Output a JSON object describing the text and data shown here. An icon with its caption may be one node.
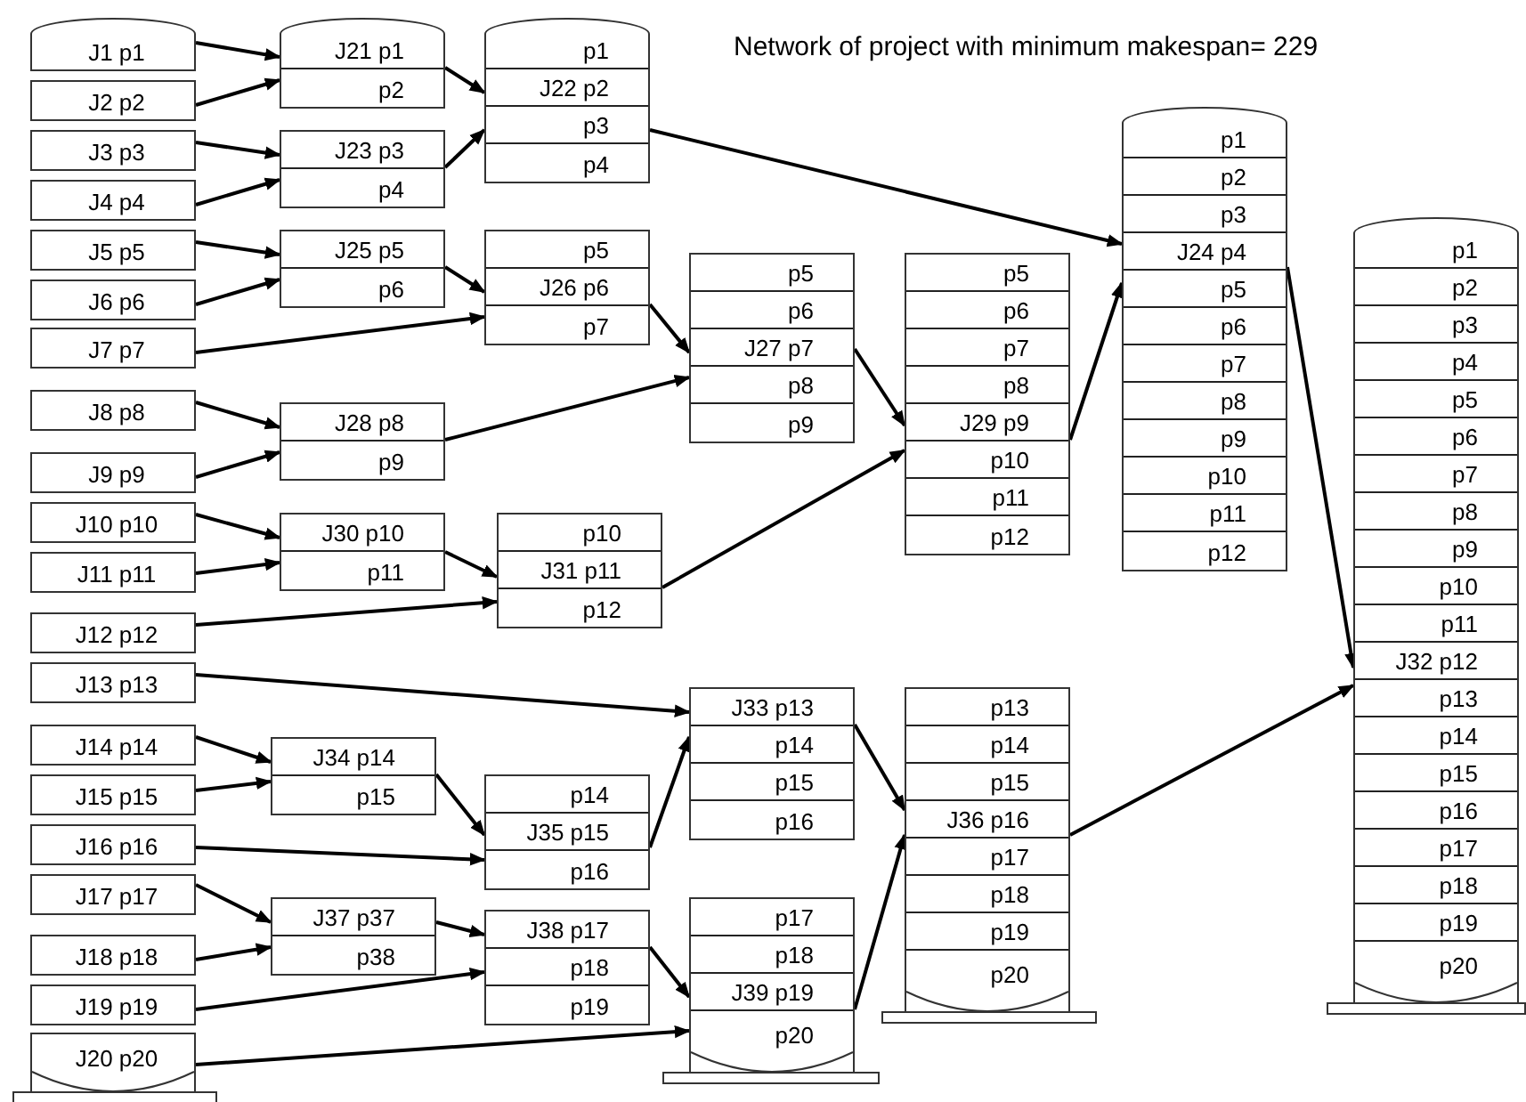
{
  "diagram": {
    "title": "Network of project with minimum makespan= 229",
    "nodes": [
      {
        "text": [
          "J1 p1"
        ]
      },
      {
        "text": [
          "J2 p2"
        ]
      },
      {
        "text": [
          "J3 p3"
        ]
      },
      {
        "text": [
          "J4 p4"
        ]
      },
      {
        "text": [
          "J5 p5"
        ]
      },
      {
        "text": [
          "J6 p6"
        ]
      },
      {
        "text": [
          "J7 p7"
        ]
      },
      {
        "text": [
          "J8 p8"
        ]
      },
      {
        "text": [
          "J9 p9"
        ]
      },
      {
        "text": [
          "J10 p10"
        ]
      },
      {
        "text": [
          "J11 p11"
        ]
      },
      {
        "text": [
          "J12 p12"
        ]
      },
      {
        "text": [
          "J13 p13"
        ]
      },
      {
        "text": [
          "J14 p14"
        ]
      },
      {
        "text": [
          "J15 p15"
        ]
      },
      {
        "text": [
          "J16 p16"
        ]
      },
      {
        "text": [
          "J17 p17"
        ]
      },
      {
        "text": [
          "J18 p18"
        ]
      },
      {
        "text": [
          "J19 p19"
        ]
      },
      {
        "text": [
          "J20 p20"
        ]
      },
      {
        "text": [
          "J21 p1",
          "p2"
        ]
      },
      {
        "text": [
          "p1",
          "J22 p2",
          "p3",
          "p4"
        ]
      },
      {
        "text": [
          "J23 p3",
          "p4"
        ]
      },
      {
        "text": [
          "p1",
          "p2",
          "p3",
          "J24 p4",
          "p5",
          "p6",
          "p7",
          "p8",
          "p9",
          "p10",
          "p11",
          "p12"
        ]
      },
      {
        "text": [
          "J25 p5",
          "p6"
        ]
      },
      {
        "text": [
          "p5",
          "J26 p6",
          "p7"
        ]
      },
      {
        "text": [
          "p5",
          "p6",
          "J27 p7",
          "p8",
          "p9"
        ]
      },
      {
        "text": [
          "J28 p8",
          "p9"
        ]
      },
      {
        "text": [
          "p5",
          "p6",
          "p7",
          "p8",
          "J29 p9",
          "p10",
          "p11",
          "p12"
        ]
      },
      {
        "text": [
          "J30 p10",
          "p11"
        ]
      },
      {
        "text": [
          "p10",
          "J31 p11",
          "p12"
        ]
      },
      {
        "text": [
          "p1",
          "p2",
          "p3",
          "p4",
          "p5",
          "p6",
          "p7",
          "p8",
          "p9",
          "p10",
          "p11",
          "J32 p12",
          "p13",
          "p14",
          "p15",
          "p16",
          "p17",
          "p18",
          "p19",
          "p20"
        ]
      },
      {
        "text": [
          "J33 p13",
          "p14",
          "p15",
          "p16"
        ]
      },
      {
        "text": [
          "J34 p14",
          "p15"
        ]
      },
      {
        "text": [
          "p14",
          "J35 p15",
          "p16"
        ]
      },
      {
        "text": [
          "p13",
          "p14",
          "p15",
          "J36 p16",
          "p17",
          "p18",
          "p19",
          "p20"
        ]
      },
      {
        "text": [
          "J37 p37",
          "p38"
        ]
      },
      {
        "text": [
          "J38 p17",
          "p18",
          "p19"
        ]
      },
      {
        "text": [
          "p17",
          "p18",
          "J39 p19",
          "p20"
        ]
      }
    ],
    "edges": [
      {
        "from": 0,
        "to": 20,
        "arrow": "to"
      },
      {
        "from": 1,
        "to": 20,
        "arrow": "to"
      },
      {
        "from": 2,
        "to": 22,
        "arrow": "to"
      },
      {
        "from": 3,
        "to": 22,
        "arrow": "to"
      },
      {
        "from": 20,
        "to": 21,
        "arrow": "to"
      },
      {
        "from": 22,
        "to": 21,
        "arrow": "to"
      },
      {
        "from": 21,
        "to": 23,
        "arrow": "to"
      },
      {
        "from": 4,
        "to": 24,
        "arrow": "to"
      },
      {
        "from": 5,
        "to": 24,
        "arrow": "to"
      },
      {
        "from": 24,
        "to": 25,
        "arrow": "to"
      },
      {
        "from": 6,
        "to": 25,
        "arrow": "to"
      },
      {
        "from": 25,
        "to": 26,
        "arrow": "to"
      },
      {
        "from": 7,
        "to": 27,
        "arrow": "to"
      },
      {
        "from": 8,
        "to": 27,
        "arrow": "to"
      },
      {
        "from": 27,
        "to": 26,
        "arrow": "to"
      },
      {
        "from": 26,
        "to": 28,
        "arrow": "to"
      },
      {
        "from": 28,
        "to": 23,
        "arrow": "to"
      },
      {
        "from": 9,
        "to": 29,
        "arrow": "to"
      },
      {
        "from": 10,
        "to": 29,
        "arrow": "to"
      },
      {
        "from": 29,
        "to": 30,
        "arrow": "to"
      },
      {
        "from": 11,
        "to": 30,
        "arrow": "to"
      },
      {
        "from": 30,
        "to": 28,
        "arrow": "to"
      },
      {
        "from": 23,
        "to": 31,
        "arrow": "to"
      },
      {
        "from": 12,
        "to": 32,
        "arrow": "to"
      },
      {
        "from": 13,
        "to": 33,
        "arrow": "to"
      },
      {
        "from": 14,
        "to": 33,
        "arrow": "to"
      },
      {
        "from": 33,
        "to": 34,
        "arrow": "to"
      },
      {
        "from": 15,
        "to": 34,
        "arrow": "to"
      },
      {
        "from": 34,
        "to": 32,
        "arrow": "to"
      },
      {
        "from": 32,
        "to": 35,
        "arrow": "to"
      },
      {
        "from": 16,
        "to": 36,
        "arrow": "to"
      },
      {
        "from": 17,
        "to": 36,
        "arrow": "to"
      },
      {
        "from": 36,
        "to": 37,
        "arrow": "to"
      },
      {
        "from": 18,
        "to": 37,
        "arrow": "to"
      },
      {
        "from": 37,
        "to": 38,
        "arrow": "to"
      },
      {
        "from": 19,
        "to": 38,
        "arrow": "to"
      },
      {
        "from": 38,
        "to": 35,
        "arrow": "to"
      },
      {
        "from": 35,
        "to": 31,
        "arrow": "to"
      }
    ]
  }
}
